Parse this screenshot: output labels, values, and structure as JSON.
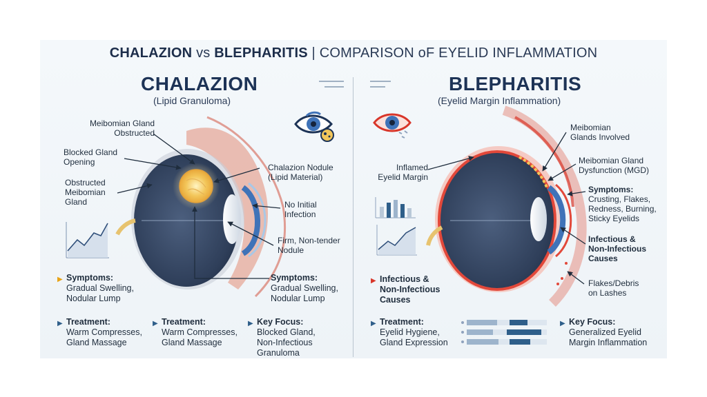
{
  "title": {
    "left_bold": "CHALAZION",
    "vs": "vs",
    "right_bold": "BLEPHARITIS",
    "rest": "| COMPARISON oF EYELID INFLAMMATION"
  },
  "chalazion": {
    "heading": "CHALAZION",
    "subheading": "(Lipid Granuloma)",
    "labels": {
      "meibomian_obstructed": [
        "Meibomian Gland",
        "Obstructed"
      ],
      "blocked_opening": [
        "Blocked Gland",
        "Opening"
      ],
      "obstructed_meibomian": [
        "Obstructed",
        "Meibomian",
        "Gland"
      ],
      "nodule": [
        "Chalazion Nodule",
        "(Lipid Material)"
      ],
      "no_infection": [
        "No Initial",
        "Infection"
      ],
      "firm": [
        "Firm, Non-tender",
        "Nodule"
      ]
    },
    "symptoms_left": {
      "title": "Symptoms:",
      "lines": [
        "Gradual Swelling,",
        "Nodular Lump"
      ]
    },
    "symptoms_right": {
      "title": "Symptoms:",
      "lines": [
        "Gradual Swelling,",
        "Nodular Lump"
      ]
    },
    "treatment_1": {
      "title": "Treatment:",
      "lines": [
        "Warm Compresses,",
        "Gland Massage"
      ]
    },
    "treatment_2": {
      "title": "Treatment:",
      "lines": [
        "Warm Compresses,",
        "Gland Massage"
      ]
    },
    "key_focus": {
      "title": "Key Focus:",
      "lines": [
        "Blocked Gland,",
        "Non-Infectious",
        "Granuloma"
      ]
    }
  },
  "blepharitis": {
    "heading": "BLEPHARITIS",
    "subheading": "(Eyelid Margin Inflammation)",
    "labels": {
      "glands_involved": [
        "Meibomian",
        "Glands Involved"
      ],
      "mgd": [
        "Meibomian Gland",
        "Dysfunction (MGD)"
      ],
      "inflamed_margin": [
        "Inflamed",
        "Eyelid Margin"
      ],
      "symptoms": {
        "title": "Symptoms:",
        "lines": [
          "Crusting, Flakes,",
          "Redness, Burning,",
          "Sticky Eyelids"
        ]
      },
      "causes_right": [
        "Infectious &",
        "Non-Infectious",
        "Causes"
      ],
      "flakes": [
        "Flakes/Debris",
        "on Lashes"
      ]
    },
    "causes_left": {
      "title": "Infectious &",
      "lines": [
        "Non-Infectious",
        "Causes"
      ]
    },
    "treatment": {
      "title": "Treatment:",
      "lines": [
        "Eyelid Hygiene,",
        "Gland Expression"
      ]
    },
    "key_focus": {
      "title": "Key Focus:",
      "lines": [
        "Generalized Eyelid",
        "Margin Inflammation"
      ]
    }
  },
  "colors": {
    "heading": "#1d3356",
    "inflammation": "#e2483a",
    "nodule": "#f3c65a",
    "iris": "#3f73b8",
    "bullet": "#2f5f8a",
    "bullet_warn": "#e8a317",
    "bullet_red": "#d8362a"
  },
  "icons": [
    "eye-icon",
    "bacteria-icon",
    "red-eye-icon",
    "bar-chart-icon",
    "line-chart-icon",
    "progress-bars-icon"
  ]
}
